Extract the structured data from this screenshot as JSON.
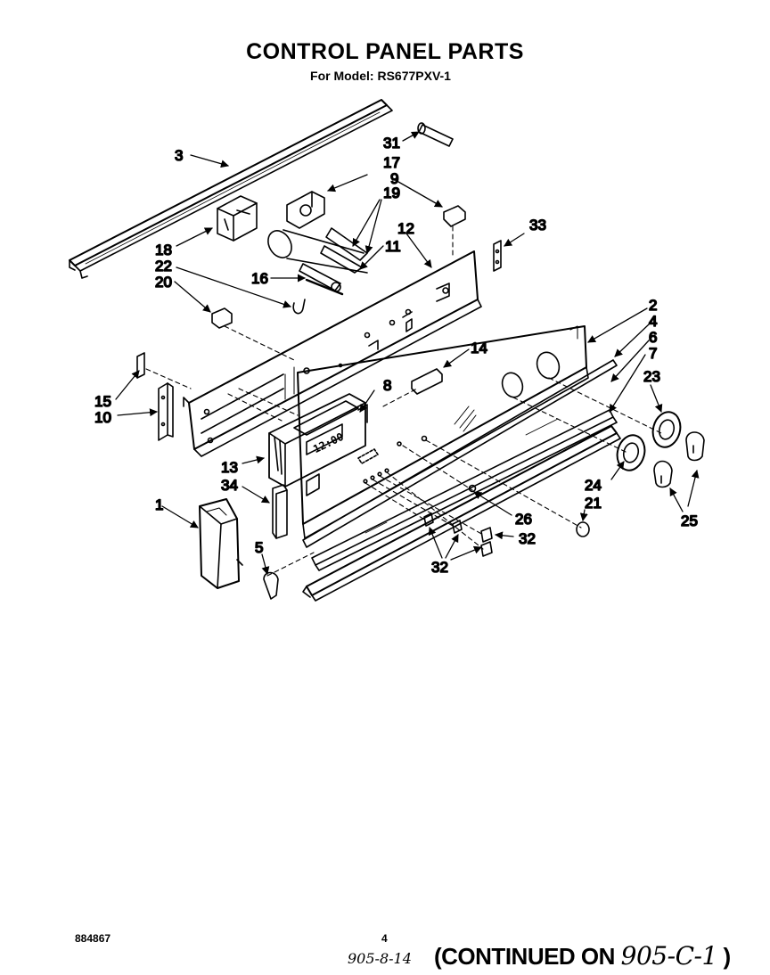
{
  "header": {
    "title": "CONTROL PANEL PARTS",
    "subtitle": "For Model: RS677PXV-1"
  },
  "diagram": {
    "display": {
      "clock_text": "12:00"
    },
    "callouts": [
      {
        "id": "c1",
        "label": "1"
      },
      {
        "id": "c2",
        "label": "2"
      },
      {
        "id": "c3",
        "label": "3"
      },
      {
        "id": "c4",
        "label": "4"
      },
      {
        "id": "c5",
        "label": "5"
      },
      {
        "id": "c6",
        "label": "6"
      },
      {
        "id": "c7",
        "label": "7"
      },
      {
        "id": "c8",
        "label": "8"
      },
      {
        "id": "c9",
        "label": "9"
      },
      {
        "id": "c10",
        "label": "10"
      },
      {
        "id": "c11",
        "label": "11"
      },
      {
        "id": "c12",
        "label": "12"
      },
      {
        "id": "c13",
        "label": "13"
      },
      {
        "id": "c14",
        "label": "14"
      },
      {
        "id": "c15",
        "label": "15"
      },
      {
        "id": "c16",
        "label": "16"
      },
      {
        "id": "c17",
        "label": "17"
      },
      {
        "id": "c18",
        "label": "18"
      },
      {
        "id": "c19",
        "label": "19"
      },
      {
        "id": "c20",
        "label": "20"
      },
      {
        "id": "c21",
        "label": "21"
      },
      {
        "id": "c22",
        "label": "22"
      },
      {
        "id": "c23",
        "label": "23"
      },
      {
        "id": "c24",
        "label": "24"
      },
      {
        "id": "c25",
        "label": "25"
      },
      {
        "id": "c26",
        "label": "26"
      },
      {
        "id": "c31",
        "label": "31"
      },
      {
        "id": "c32a",
        "label": "32"
      },
      {
        "id": "c32b",
        "label": "32"
      },
      {
        "id": "c33",
        "label": "33"
      },
      {
        "id": "c34",
        "label": "34"
      }
    ]
  },
  "footer": {
    "doc_number": "884867",
    "page_number": "4",
    "handwritten_ref": "905-8-14",
    "continued_prefix": "(CONTINUED ON",
    "continued_ref": "905-C-1",
    "continued_suffix": ")"
  }
}
